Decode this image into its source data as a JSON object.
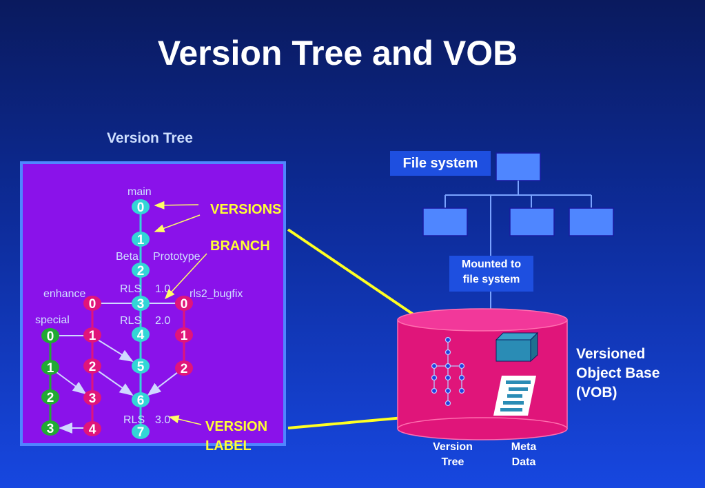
{
  "title": "Version Tree and VOB",
  "version_tree": {
    "heading": "Version Tree",
    "branch_labels": {
      "main": "main",
      "enhance": "enhance",
      "special": "special",
      "rls2_bugfix": "rls2_bugfix"
    },
    "version_labels": {
      "beta": "Beta",
      "prototype": "Prototype",
      "rls_a": "RLS",
      "rls_1": "1.0",
      "rls_b": "RLS",
      "rls_2": "2.0",
      "rls_c": "RLS",
      "rls_3": "3.0"
    },
    "nodes": {
      "main": [
        "0",
        "1",
        "2",
        "3",
        "4",
        "5",
        "6",
        "7"
      ],
      "enhance": [
        "0",
        "1",
        "2",
        "3",
        "4"
      ],
      "special": [
        "0",
        "1",
        "2",
        "3"
      ],
      "rls2_bugfix": [
        "0",
        "1",
        "2"
      ]
    },
    "colors": {
      "main": "#33d6d6",
      "enhance": "#e0157a",
      "special": "#22aa33",
      "rls2_bugfix": "#e0157a"
    }
  },
  "callouts": {
    "versions": "VERSIONS",
    "branch": "BRANCH",
    "version_label_line1": "VERSION",
    "version_label_line2": "LABEL"
  },
  "file_system": {
    "label": "File system",
    "mounted_line1": "Mounted to",
    "mounted_line2": "file system"
  },
  "vob": {
    "line1": "Versioned",
    "line2": "Object Base",
    "line3": "(VOB)",
    "bottom_left_1": "Version",
    "bottom_left_2": "Tree",
    "bottom_right_1": "Meta",
    "bottom_right_2": "Data"
  }
}
